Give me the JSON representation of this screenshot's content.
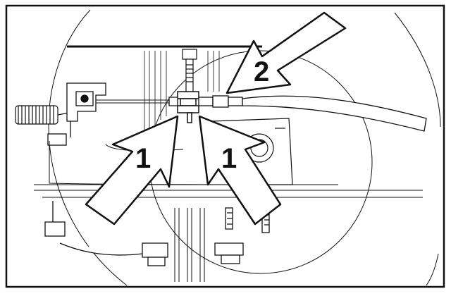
{
  "callouts": [
    {
      "id": "1a",
      "label": "1"
    },
    {
      "id": "1b",
      "label": "1"
    },
    {
      "id": "2",
      "label": "2"
    }
  ],
  "colors": {
    "line": "#111111",
    "background": "#ffffff"
  }
}
